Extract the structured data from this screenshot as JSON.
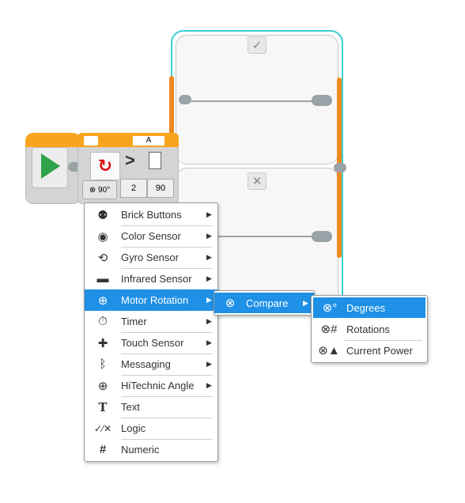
{
  "switch": {
    "true_case_icon": "✓",
    "false_case_icon": "✕"
  },
  "condition_block": {
    "port_label": "A",
    "comparison_symbol": ">",
    "params": [
      "2",
      "90"
    ]
  },
  "main_menu": {
    "items": [
      {
        "label": "Brick Buttons",
        "icon": "brick-buttons-icon",
        "glyph": "⚉",
        "submenu": true
      },
      {
        "label": "Color Sensor",
        "icon": "color-sensor-icon",
        "glyph": "◉",
        "submenu": true
      },
      {
        "label": "Gyro Sensor",
        "icon": "gyro-sensor-icon",
        "glyph": "⟲",
        "submenu": true
      },
      {
        "label": "Infrared Sensor",
        "icon": "infrared-sensor-icon",
        "glyph": "▬",
        "submenu": true
      },
      {
        "label": "Motor Rotation",
        "icon": "motor-rotation-icon",
        "glyph": "⊕",
        "submenu": true,
        "selected": true
      },
      {
        "label": "Timer",
        "icon": "timer-icon",
        "glyph": "⏱",
        "submenu": true
      },
      {
        "label": "Touch Sensor",
        "icon": "touch-sensor-icon",
        "glyph": "✚",
        "submenu": true
      },
      {
        "label": "Messaging",
        "icon": "bluetooth-icon",
        "glyph": "ᛒ",
        "submenu": true
      },
      {
        "label": "HiTechnic Angle",
        "icon": "hitechnic-angle-icon",
        "glyph": "⊕",
        "submenu": true
      },
      {
        "label": "Text",
        "icon": "text-icon",
        "glyph": "T",
        "submenu": false
      },
      {
        "label": "Logic",
        "icon": "logic-icon",
        "glyph": "✓⁄✕",
        "submenu": false
      },
      {
        "label": "Numeric",
        "icon": "numeric-icon",
        "glyph": "#",
        "submenu": false
      }
    ]
  },
  "compare_menu": {
    "label": "Compare",
    "icon": "compare-icon"
  },
  "measure_menu": {
    "items": [
      {
        "label": "Degrees",
        "icon": "degrees-icon",
        "glyph": "°",
        "selected": true
      },
      {
        "label": "Rotations",
        "icon": "rotations-icon",
        "glyph": "#"
      },
      {
        "label": "Current Power",
        "icon": "current-power-icon",
        "glyph": "▲"
      }
    ]
  },
  "colors": {
    "selection": "#1e90e6",
    "switch_frame": "#3ccfd6",
    "orange": "#f08a1e",
    "block_header": "#f8a51d",
    "play_green": "#2fa34a"
  }
}
